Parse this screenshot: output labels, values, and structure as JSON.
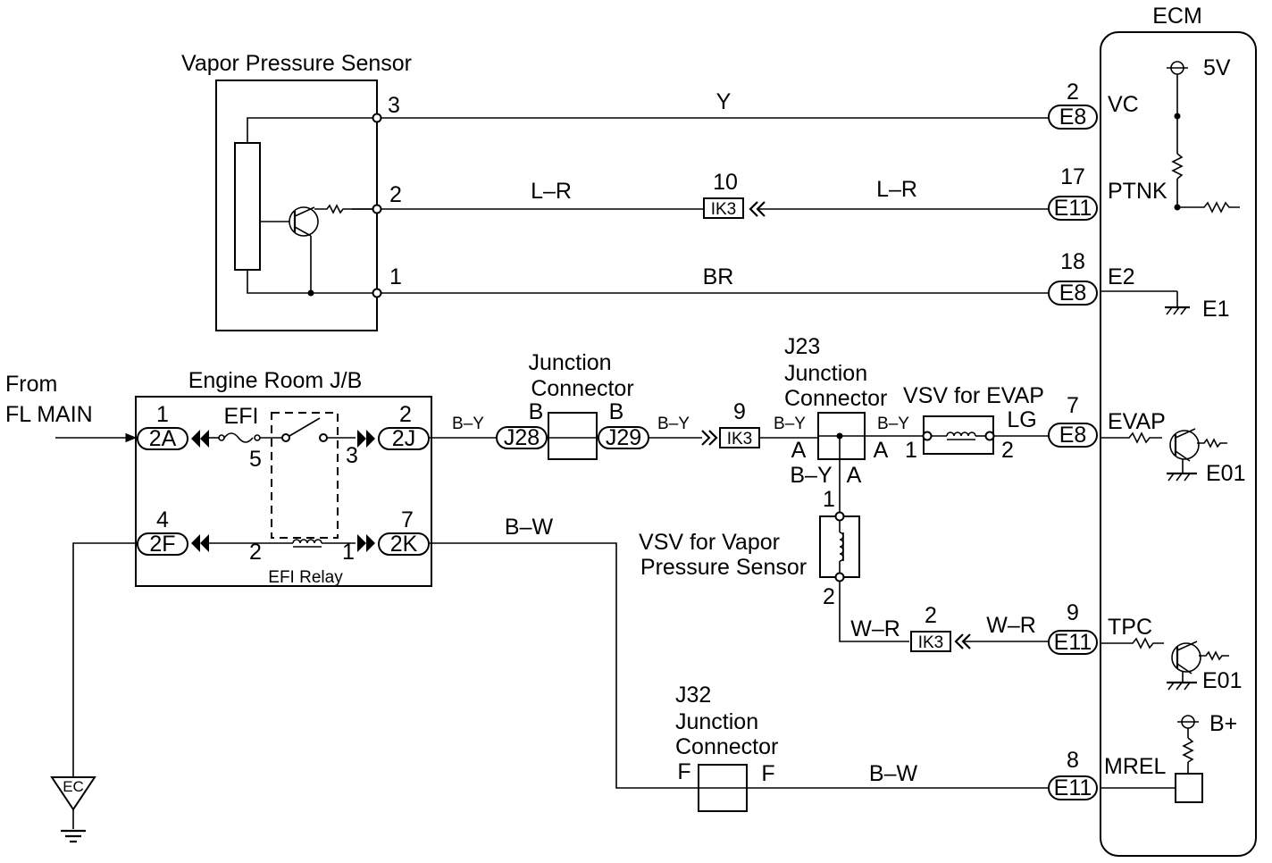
{
  "components": {
    "ecm": "ECM",
    "vps": "Vapor Pressure Sensor",
    "jb": "Engine Room J/B",
    "from_line1": "From",
    "from_line2": "FL MAIN",
    "efi": "EFI",
    "efi_relay": "EFI Relay",
    "jc_line1": "Junction",
    "jc_line2": "Connector",
    "j23": "J23",
    "j32": "J32",
    "vsv_evap": "VSV for EVAP",
    "vsv_vps_line1": "VSV for Vapor",
    "vsv_vps_line2": "Pressure Sensor",
    "ground": "EC"
  },
  "pins": {
    "vps_3": "3",
    "vps_2": "2",
    "vps_1": "1",
    "jb_1": "1",
    "jb_2": "2",
    "jb_4": "4",
    "jb_7": "7",
    "efi_5": "5",
    "efi_3": "3",
    "relay_2": "2",
    "relay_1": "1",
    "ik3_10": "10",
    "ik3_9": "9",
    "ik3_2": "2",
    "j28_b": "B",
    "j29_b": "B",
    "j23_a1": "A",
    "j23_a2": "A",
    "j23_a3": "A",
    "vsv_evap_1": "1",
    "vsv_evap_2": "2",
    "vsv_vps_1": "1",
    "vsv_vps_2": "2",
    "j32_f1": "F",
    "j32_f2": "F",
    "ecm_vc": "2",
    "ecm_ptnk": "17",
    "ecm_e2": "18",
    "ecm_evap": "7",
    "ecm_tpc": "9",
    "ecm_mrel": "8"
  },
  "connectors": {
    "e8": "E8",
    "e11": "E11",
    "ik3": "IK3",
    "c2a": "2A",
    "c2j": "2J",
    "c2f": "2F",
    "c2k": "2K",
    "j28": "J28",
    "j29": "J29"
  },
  "wires": {
    "y": "Y",
    "lr": "L–R",
    "br": "BR",
    "by": "B–Y",
    "bw": "B–W",
    "lg": "LG",
    "wr": "W–R"
  },
  "ecm_terminals": {
    "vc": "VC",
    "ptnk": "PTNK",
    "e2": "E2",
    "e1": "E1",
    "evap": "EVAP",
    "e01": "E01",
    "tpc": "TPC",
    "mrel": "MREL",
    "v5": "5V",
    "bplus": "B+"
  }
}
